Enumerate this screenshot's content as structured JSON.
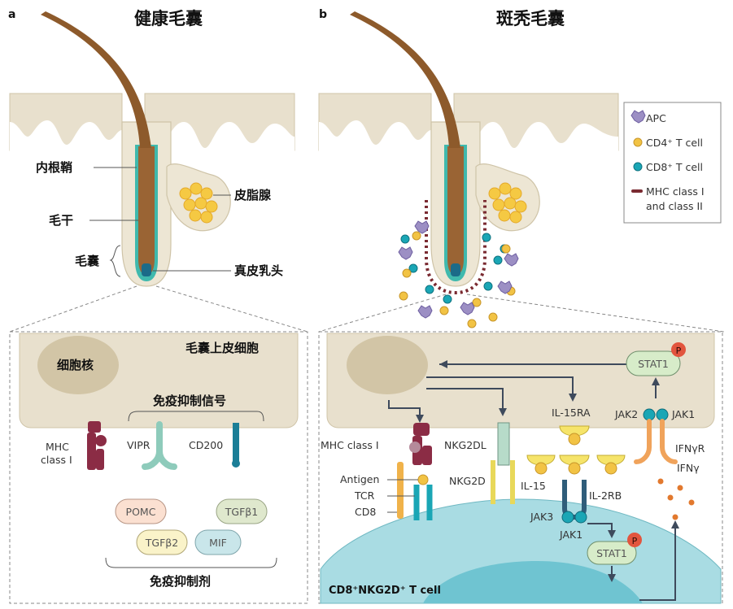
{
  "colors": {
    "tissue": "#e8e0cd",
    "tissue_dark": "#cfc4a8",
    "hair": "#9a6434",
    "root_sheath": "#3fb9ad",
    "papilla": "#1b6b88",
    "cd4": "#f2c344",
    "cd8": "#1aa6b5",
    "apc": "#9c8fc4",
    "mhc_dots": "#7a2a31",
    "cell_blue": "#a9dce3",
    "phospho": "#e2553e"
  },
  "panel_a": {
    "letter": "a",
    "title": "健康毛囊",
    "labels": {
      "inner_root_sheath": "内根鞘",
      "sebaceous_gland": "皮脂腺",
      "hair_shaft": "毛干",
      "hair_follicle": "毛囊",
      "dermal_papilla": "真皮乳头"
    },
    "cell": {
      "epithelial_cell": "毛囊上皮细胞",
      "nucleus": "细胞核",
      "signals_title": "免疫抑制信号",
      "mhc": "MHC\nclass I",
      "vipr": "VIPR",
      "cd200": "CD200",
      "pills": [
        "POMC",
        "TGFβ1",
        "TGFβ2",
        "MIF"
      ],
      "suppressors_title": "免疫抑制剂"
    }
  },
  "panel_b": {
    "letter": "b",
    "title": "斑秃毛囊",
    "legend": {
      "apc": "APC",
      "cd4": "CD4⁺ T cell",
      "cd8": "CD8⁺ T cell",
      "mhc_line1": "MHC class I",
      "mhc_line2": "and class II"
    },
    "cell": {
      "mhc_class_i": "MHC class I",
      "nkg2dl": "NKG2DL",
      "il15ra": "IL-15RA",
      "jak2": "JAK2",
      "jak1_top": "JAK1",
      "stat1_top": "STAT1",
      "p": "P",
      "ifngr": "IFNγR",
      "ifng": "IFNγ",
      "antigen": "Antigen",
      "tcr": "TCR",
      "cd8": "CD8",
      "nkg2d": "NKG2D",
      "il15": "IL-15",
      "il2rb": "IL-2RB",
      "jak3": "JAK3",
      "jak1_bottom": "JAK1",
      "stat1_bottom": "STAT1",
      "tcell": "CD8⁺NKG2D⁺ T cell"
    }
  }
}
